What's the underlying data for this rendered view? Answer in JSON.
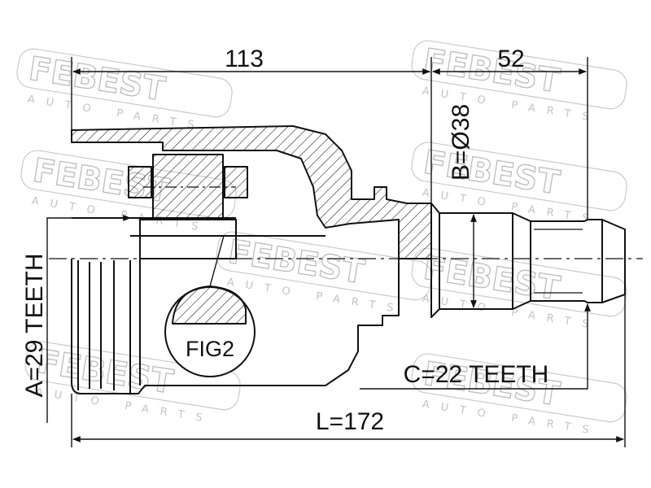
{
  "brand": {
    "watermark_text": "FEBEST",
    "watermark_subtext": "AUTO PARTS"
  },
  "dimensions": {
    "housing_length": "113",
    "shaft_length": "52",
    "outer_diameter": "B=Ø38",
    "outer_spline": "C=22 TEETH",
    "inner_spline": "A=29 TEETH",
    "total_length": "L=172"
  },
  "labels": {
    "detail_callout": "FIG2"
  },
  "colors": {
    "line": "#111111",
    "watermark": "#b5b5b5",
    "background": "#ffffff"
  }
}
